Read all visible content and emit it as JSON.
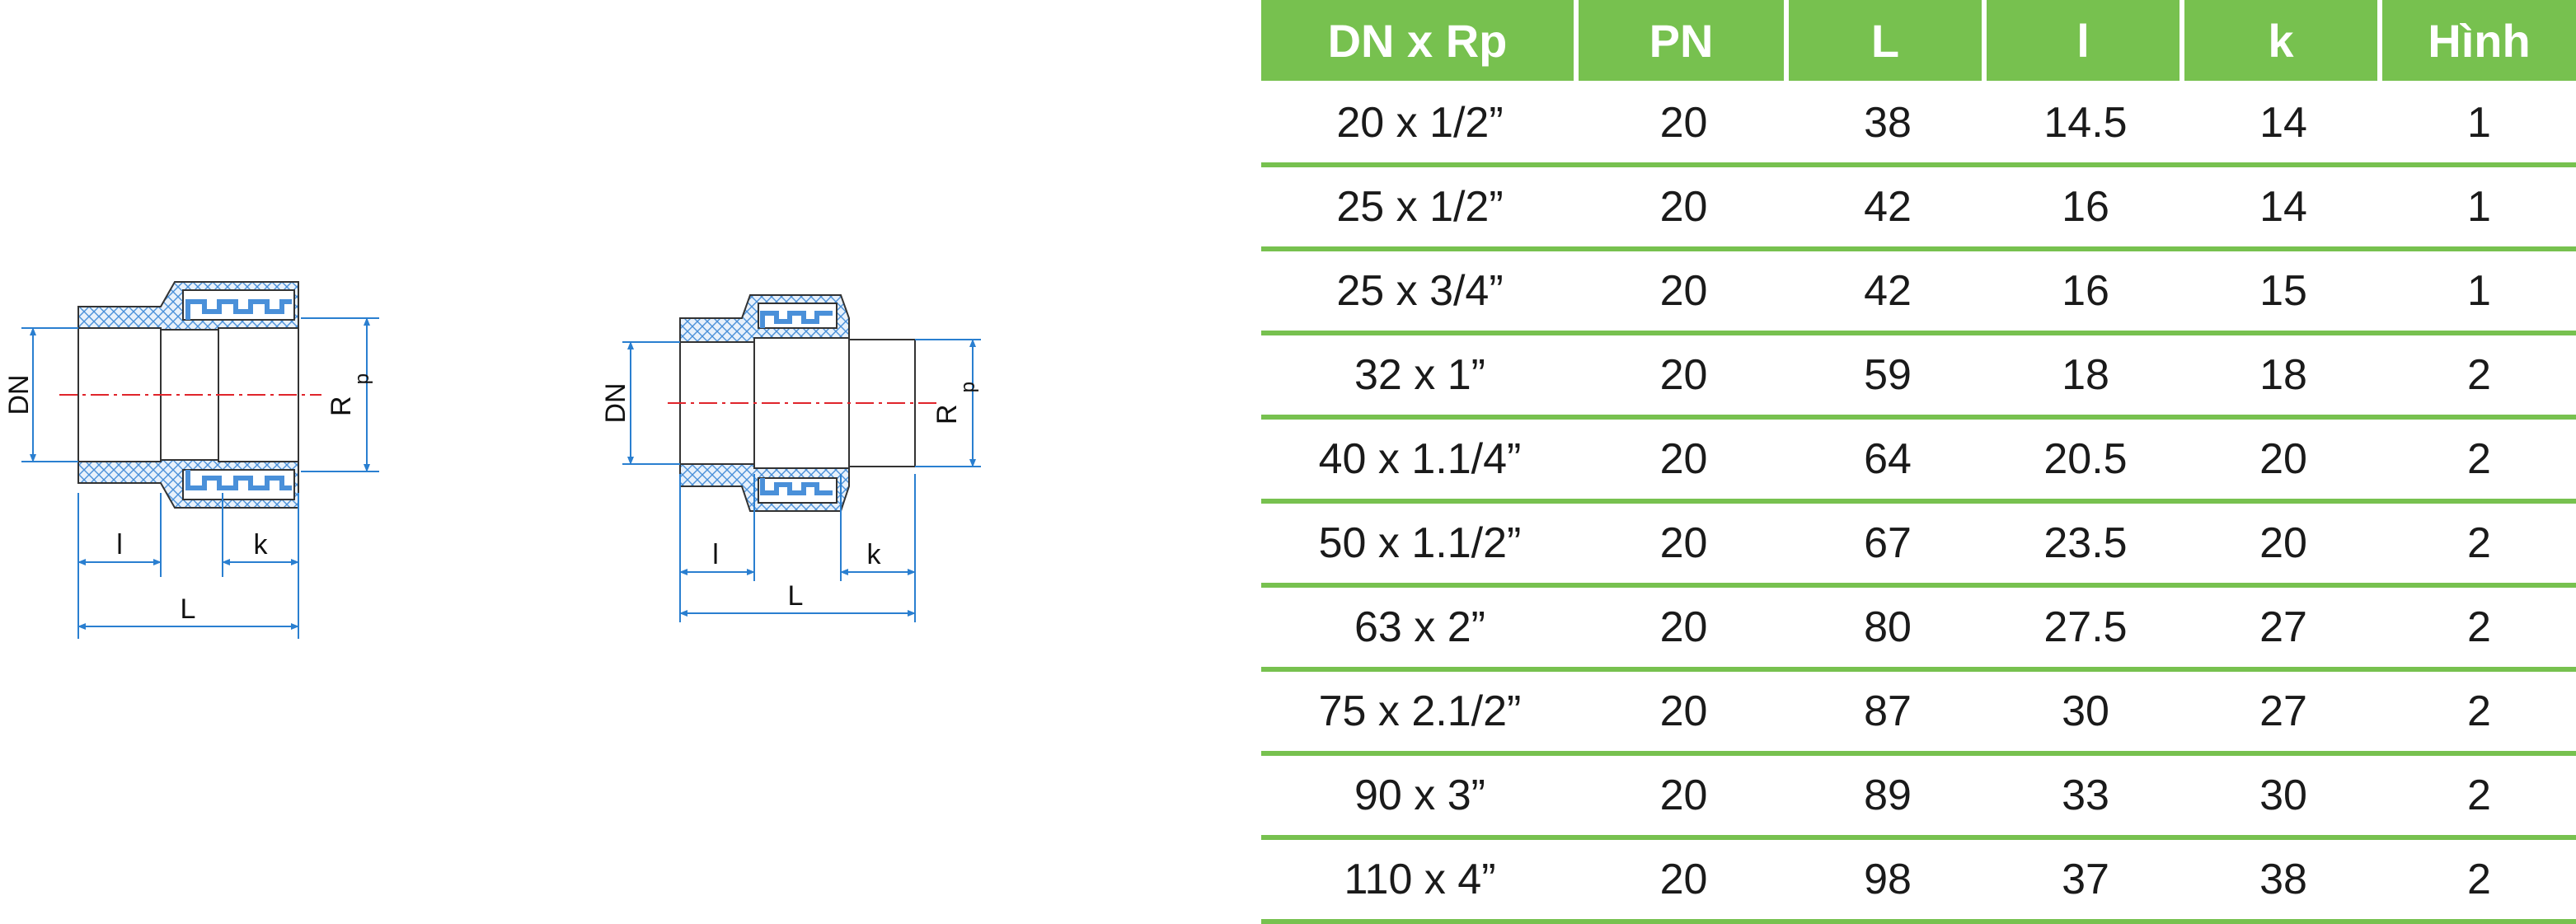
{
  "drawings": {
    "figure1": {
      "dn_label": "DN",
      "rp_label": "R",
      "rp_sub": "p",
      "l_small": "l",
      "k_label": "k",
      "l_large": "L"
    },
    "figure2": {
      "dn_label": "DN",
      "rp_label": "R",
      "rp_sub": "p",
      "l_small": "l",
      "k_label": "k",
      "l_large": "L"
    }
  },
  "table": {
    "headers": [
      "DN x Rp",
      "PN",
      "L",
      "l",
      "k",
      "Hình"
    ],
    "rows": [
      [
        "20 x 1/2”",
        "20",
        "38",
        "14.5",
        "14",
        "1"
      ],
      [
        "25 x 1/2”",
        "20",
        "42",
        "16",
        "14",
        "1"
      ],
      [
        "25 x 3/4”",
        "20",
        "42",
        "16",
        "15",
        "1"
      ],
      [
        "32 x 1”",
        "20",
        "59",
        "18",
        "18",
        "2"
      ],
      [
        "40 x 1.1/4”",
        "20",
        "64",
        "20.5",
        "20",
        "2"
      ],
      [
        "50 x 1.1/2”",
        "20",
        "67",
        "23.5",
        "20",
        "2"
      ],
      [
        "63 x 2”",
        "20",
        "80",
        "27.5",
        "27",
        "2"
      ],
      [
        "75 x 2.1/2”",
        "20",
        "87",
        "30",
        "27",
        "2"
      ],
      [
        "90 x 3”",
        "20",
        "89",
        "33",
        "30",
        "2"
      ],
      [
        "110 x 4”",
        "20",
        "98",
        "37",
        "38",
        "2"
      ]
    ]
  },
  "colors": {
    "header_bg": "#77c14f",
    "row_line": "#77c14f",
    "dimension": "#2a7fd0",
    "centerline": "#e0242b",
    "hatch": "#4a90d9"
  }
}
